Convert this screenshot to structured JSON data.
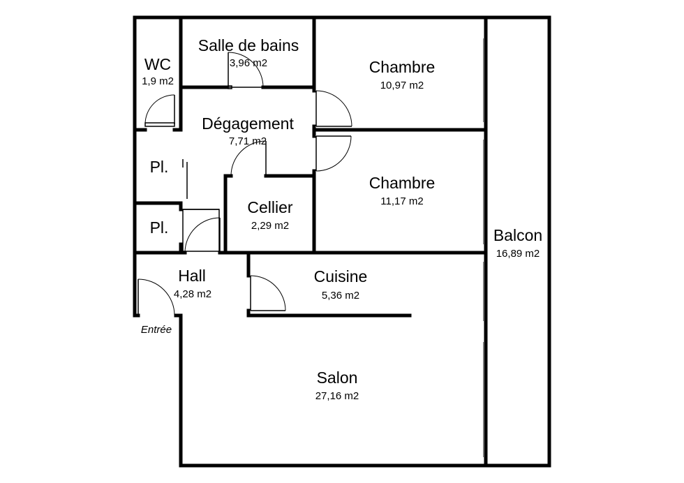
{
  "rooms": {
    "wc": {
      "name": "WC",
      "area": "1,9 m2"
    },
    "salle_de_bains": {
      "name": "Salle de bains",
      "area": "3,96 m2"
    },
    "chambre_1": {
      "name": "Chambre",
      "area": "10,97 m2"
    },
    "degagement": {
      "name": "Dégagement",
      "area": "7,71 m2"
    },
    "placard_1": {
      "name": "Pl."
    },
    "placard_2": {
      "name": "Pl."
    },
    "cellier": {
      "name": "Cellier",
      "area": "2,29 m2"
    },
    "chambre_2": {
      "name": "Chambre",
      "area": "11,17 m2"
    },
    "balcon": {
      "name": "Balcon",
      "area": "16,89 m2"
    },
    "hall": {
      "name": "Hall",
      "area": "4,28 m2"
    },
    "cuisine": {
      "name": "Cuisine",
      "area": "5,36 m2"
    },
    "salon": {
      "name": "Salon",
      "area": "27,16 m2"
    }
  },
  "entry_label": "Entrée"
}
